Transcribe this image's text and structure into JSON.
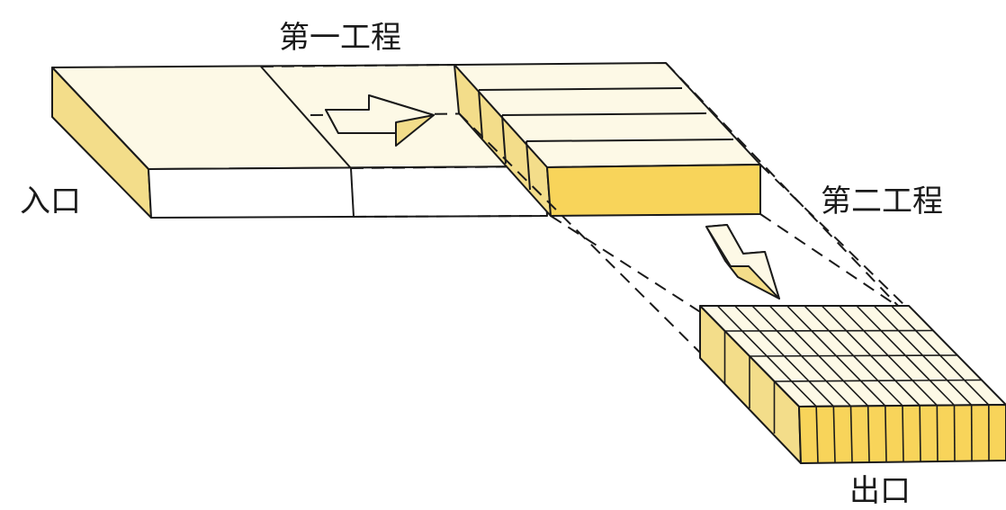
{
  "labels": {
    "process1": "第一工程",
    "process2": "第二工程",
    "inlet": "入口",
    "outlet": "出口"
  },
  "colors": {
    "top": "#fdf9e6",
    "side": "#f3dd8a",
    "front": "#f8d45a",
    "white": "#ffffff",
    "line": "#1a1a1a"
  }
}
